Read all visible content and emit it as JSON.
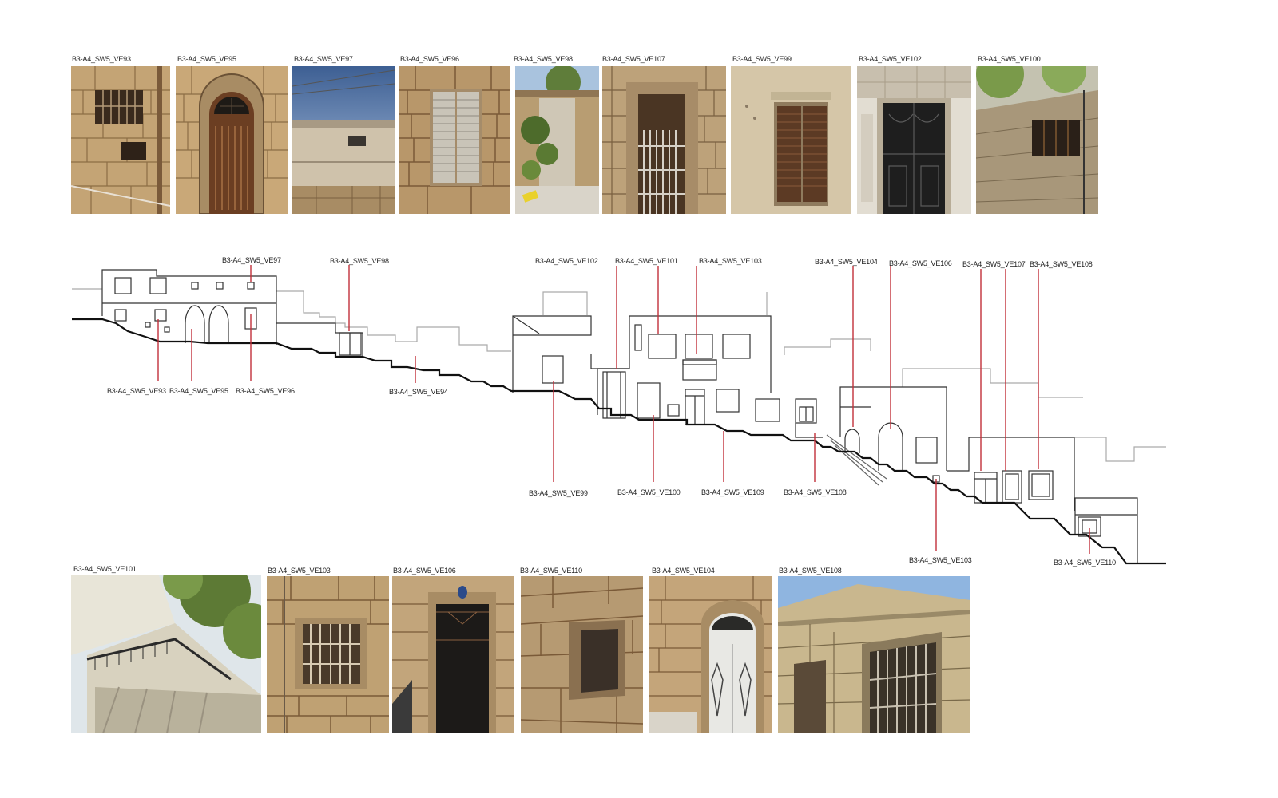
{
  "colors": {
    "stone": "#c4a475",
    "stone_dark": "#8c6d45",
    "wood": "#6b3e22",
    "metal": "#1e1e1e",
    "sky": "#9bb8dc",
    "leader": "#c2303a",
    "outline": "#333333",
    "ground": "#111111",
    "bg_building": "#aaaaaa"
  },
  "top_photos": [
    {
      "label": "B3-A4_SW5_VE93",
      "subject": "stone wall with barred window"
    },
    {
      "label": "B3-A4_SW5_VE95",
      "subject": "arched wooden door"
    },
    {
      "label": "B3-A4_SW5_VE97",
      "subject": "roof parapet against sky"
    },
    {
      "label": "B3-A4_SW5_VE96",
      "subject": "shuttered window"
    },
    {
      "label": "B3-A4_SW5_VE98",
      "subject": "garden gate with plants"
    },
    {
      "label": "B3-A4_SW5_VE107",
      "subject": "narrow barred door"
    },
    {
      "label": "B3-A4_SW5_VE99",
      "subject": "wooden shutters"
    },
    {
      "label": "B3-A4_SW5_VE102",
      "subject": "black iron door"
    },
    {
      "label": "B3-A4_SW5_VE100",
      "subject": "upper window with trees"
    }
  ],
  "bottom_photos": [
    {
      "label": "B3-A4_SW5_VE101",
      "subject": "balcony under trees"
    },
    {
      "label": "B3-A4_SW5_VE103",
      "subject": "barred stone window"
    },
    {
      "label": "B3-A4_SW5_VE106",
      "subject": "dark wooden door"
    },
    {
      "label": "B3-A4_SW5_VE110",
      "subject": "recessed stone window"
    },
    {
      "label": "B3-A4_SW5_VE104",
      "subject": "arched white door"
    },
    {
      "label": "B3-A4_SW5_VE108",
      "subject": "facade with barred window"
    }
  ],
  "elevation_labels_top": [
    "B3-A4_SW5_VE97",
    "B3-A4_SW5_VE98",
    "B3-A4_SW5_VE102",
    "B3-A4_SW5_VE101",
    "B3-A4_SW5_VE103",
    "B3-A4_SW5_VE104",
    "B3-A4_SW5_VE106",
    "B3-A4_SW5_VE107",
    "B3-A4_SW5_VE108"
  ],
  "elevation_labels_bottom": [
    "B3-A4_SW5_VE93",
    "B3-A4_SW5_VE95",
    "B3-A4_SW5_VE96",
    "B3-A4_SW5_VE94",
    "B3-A4_SW5_VE99",
    "B3-A4_SW5_VE100",
    "B3-A4_SW5_VE109",
    "B3-A4_SW5_VE108",
    "B3-A4_SW5_VE103",
    "B3-A4_SW5_VE110"
  ]
}
